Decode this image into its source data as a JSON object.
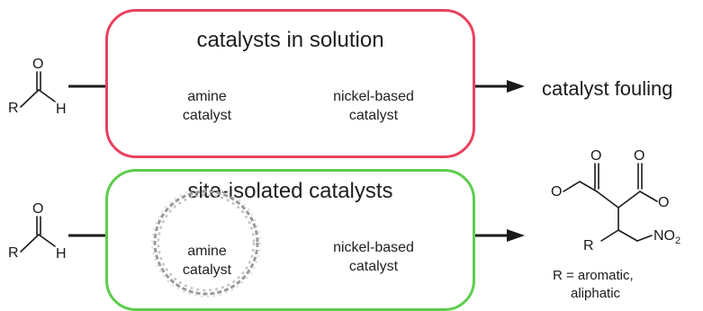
{
  "top_box": {
    "title": "catalysts in solution",
    "amine": [
      "amine",
      "catalyst"
    ],
    "nickel": [
      "nickel-based",
      "catalyst"
    ]
  },
  "bottom_box": {
    "title": "site-isolated catalysts",
    "amine": [
      "amine",
      "catalyst"
    ],
    "nickel": [
      "nickel-based",
      "catalyst"
    ]
  },
  "outcome_top": "catalyst fouling",
  "aldehyde_labels": {
    "r": "R",
    "o": "O",
    "h": "H"
  },
  "product": {
    "r_group": "R",
    "nitro": "NO",
    "nitro_sub": "2",
    "r_definition": [
      "R = aromatic,",
      "aliphatic"
    ]
  },
  "colors": {
    "top_border": "#e8425f",
    "bottom_border": "#5ecc4e",
    "lines": "#1a1a1a"
  }
}
